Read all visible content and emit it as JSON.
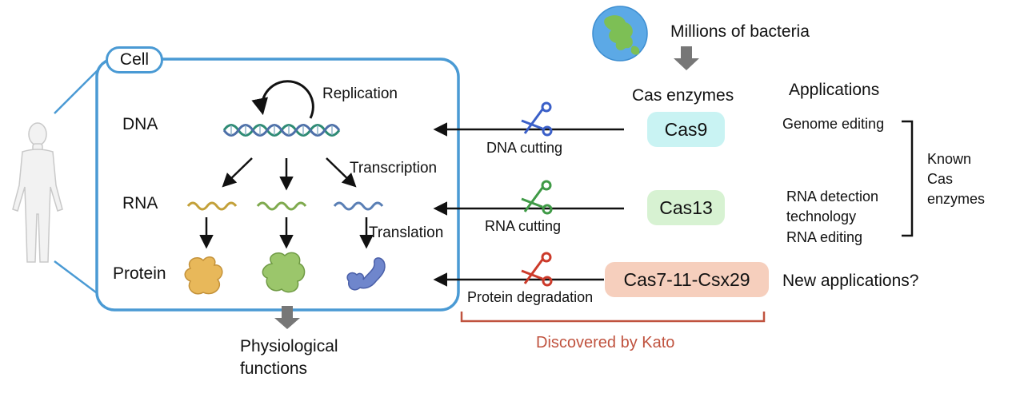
{
  "cell": {
    "label": "Cell",
    "rows": {
      "dna": "DNA",
      "rna": "RNA",
      "protein": "Protein"
    },
    "processes": {
      "replication": "Replication",
      "transcription": "Transcription",
      "translation": "Translation"
    }
  },
  "outcome": {
    "line1": "Physiological",
    "line2": "functions"
  },
  "bacteria": {
    "label": "Millions of bacteria",
    "icon": "globe-icon",
    "enzymes_heading": "Cas enzymes"
  },
  "enzymes": [
    {
      "name": "Cas9",
      "action": "DNA cutting",
      "color": "#c9f3f3",
      "scissors_color": "#3a5fc8"
    },
    {
      "name": "Cas13",
      "action": "RNA cutting",
      "color": "#d7f2d2",
      "scissors_color": "#3f9a46"
    },
    {
      "name": "Cas7-11-Csx29",
      "action": "Protein degradation",
      "color": "#f6cfbd",
      "scissors_color": "#cc3a2a"
    }
  ],
  "applications": {
    "heading": "Applications",
    "genome_editing": "Genome editing",
    "rna_line1": "RNA detection",
    "rna_line2": "technology",
    "rna_line3": "RNA editing",
    "new": "New applications?",
    "known_line1": "Known",
    "known_line2": "Cas",
    "known_line3": "enzymes"
  },
  "discovery": {
    "label": "Discovered by Kato",
    "color": "#c0533f"
  }
}
